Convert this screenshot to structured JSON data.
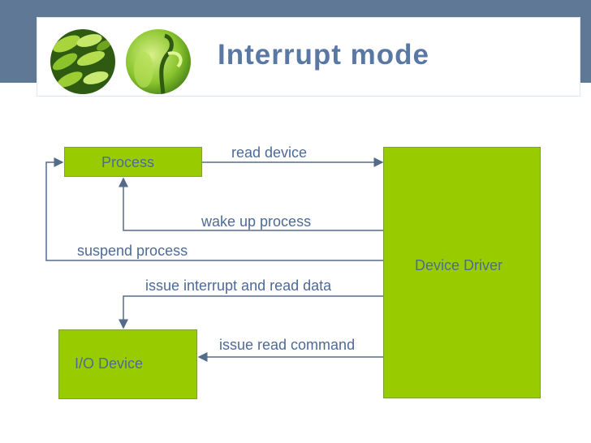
{
  "slide": {
    "title": "Interrupt mode"
  },
  "diagram": {
    "nodes": {
      "process": "Process",
      "device_driver": "Device Driver",
      "io_device": "I/O Device"
    },
    "edges": {
      "read_device": "read device",
      "wake_up_process": "wake up process",
      "suspend_process": "suspend process",
      "issue_interrupt": "issue interrupt and read data",
      "issue_read_command": "issue read command"
    }
  },
  "colors": {
    "node_fill": "#99cc00",
    "text": "#4e6a96",
    "header_band": "#5f7896",
    "arrow": "#556b8a"
  }
}
